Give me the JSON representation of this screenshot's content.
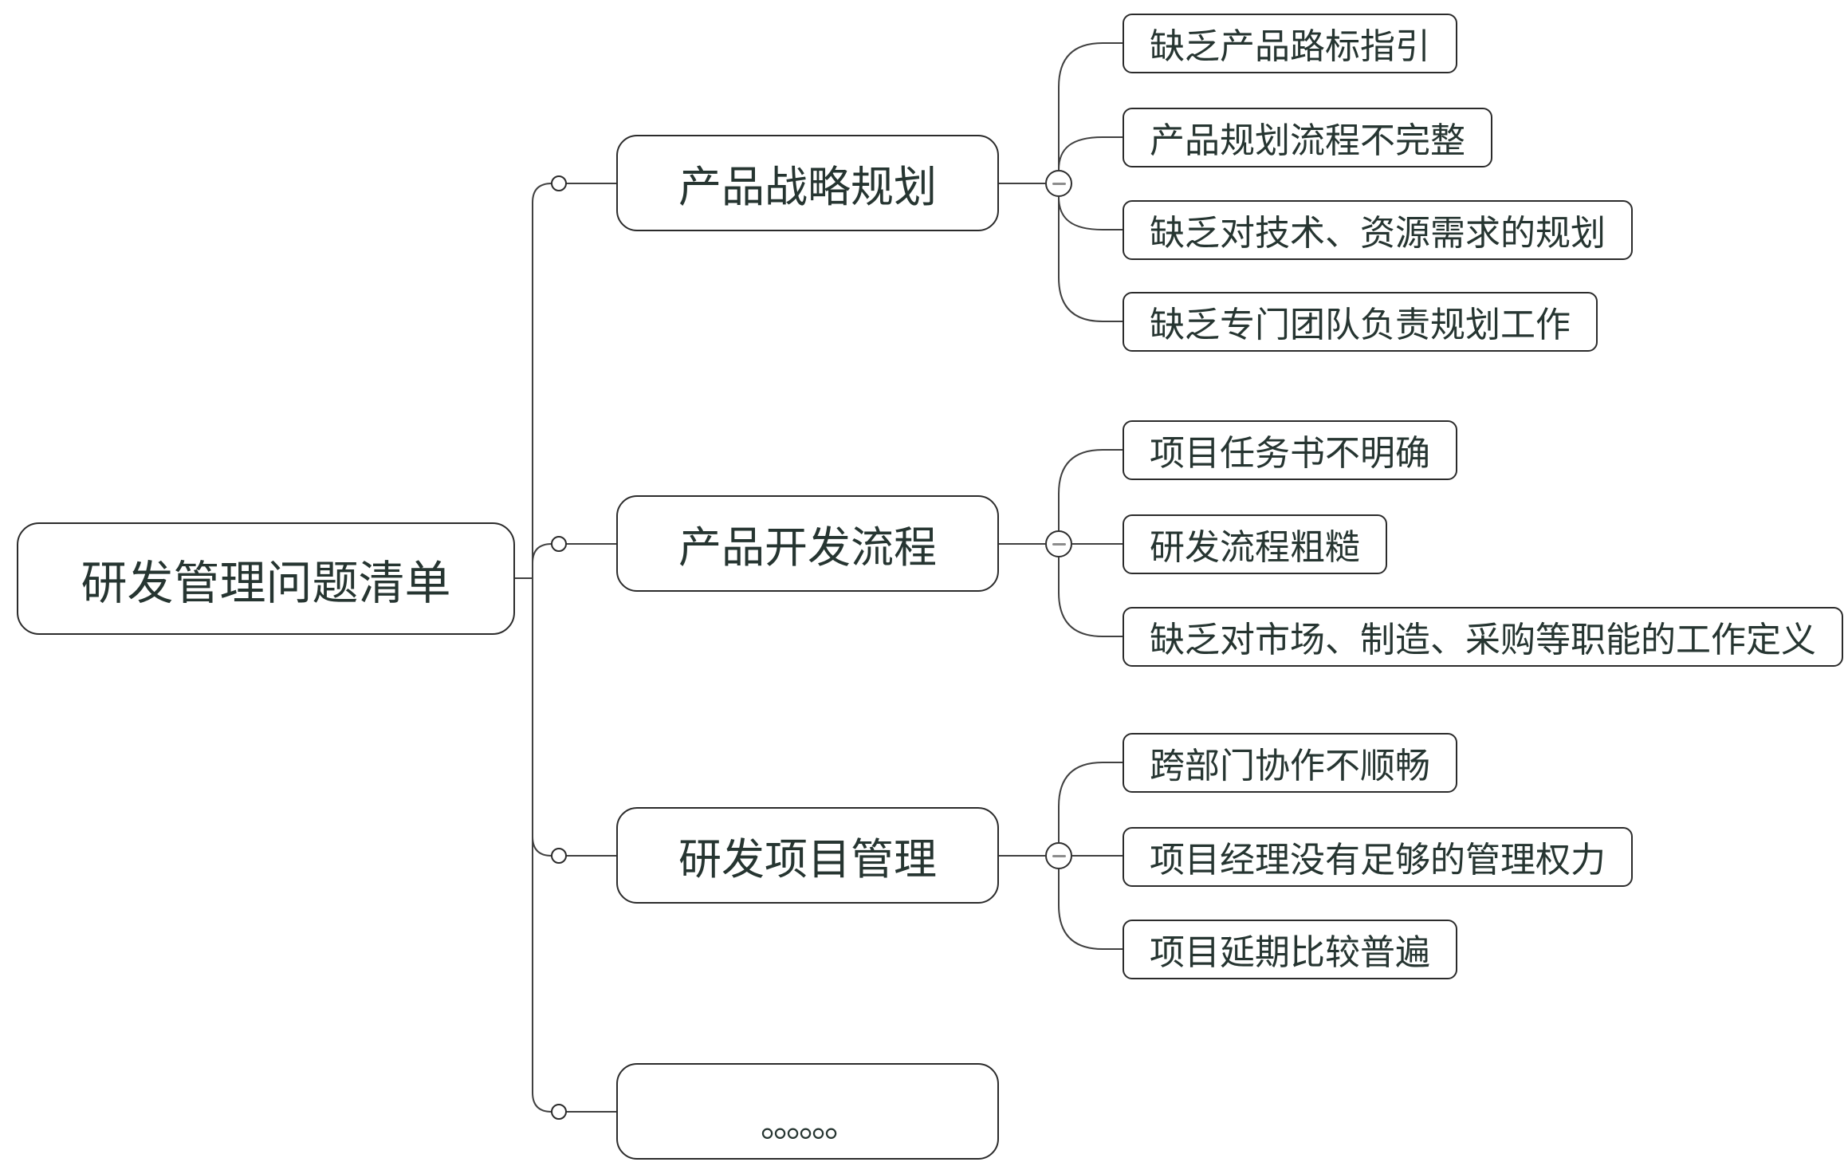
{
  "diagram": {
    "root": {
      "label": "研发管理问题清单"
    },
    "branches": [
      {
        "label": "产品战略规划",
        "children": [
          "缺乏产品路标指引",
          "产品规划流程不完整",
          "缺乏对技术、资源需求的规划",
          "缺乏专门团队负责规划工作"
        ]
      },
      {
        "label": "产品开发流程",
        "children": [
          "项目任务书不明确",
          "研发流程粗糙",
          "缺乏对市场、制造、采购等职能的工作定义"
        ]
      },
      {
        "label": "研发项目管理",
        "children": [
          "跨部门协作不顺畅",
          "项目经理没有足够的管理权力",
          "项目延期比较普遍"
        ]
      },
      {
        "label": "。。。。。。",
        "children": []
      }
    ],
    "colors": {
      "background": "#ffffff",
      "node_border": "#2b2b2b",
      "node_text": "#263531",
      "connector_line": "#404040",
      "collapse_minus": "#8c8c8c"
    }
  }
}
